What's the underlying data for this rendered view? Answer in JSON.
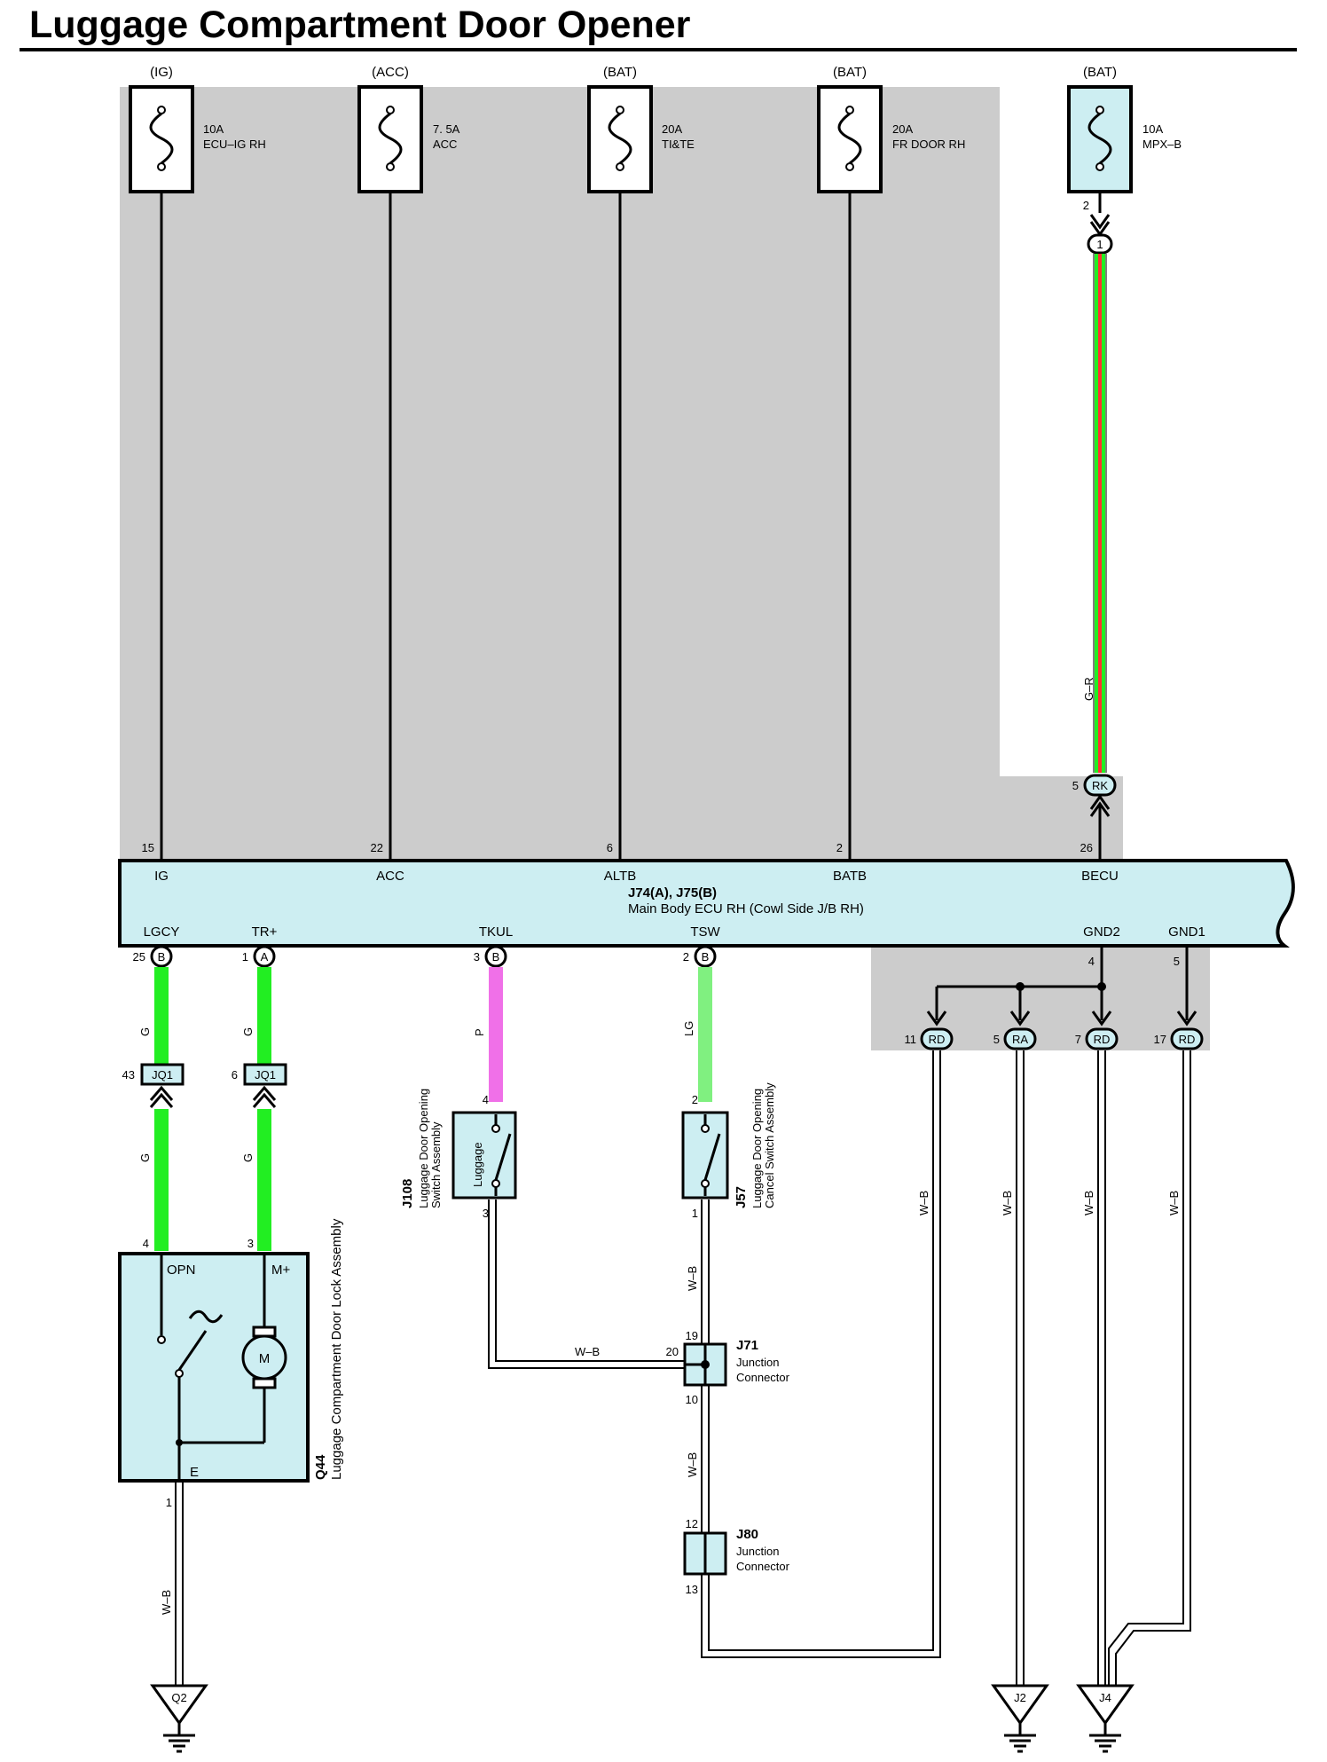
{
  "title": "Luggage Compartment Door Opener",
  "colors": {
    "shade": "#cccccc",
    "component_fill": "#cdeef2",
    "wire_green": "#22ee22",
    "wire_pink": "#f070e8",
    "wire_light_green": "#80f080",
    "wire_red": "#ff3030"
  },
  "fuses": [
    {
      "source": "(IG)",
      "rating": "10A",
      "name": "ECU–IG RH"
    },
    {
      "source": "(ACC)",
      "rating": "7. 5A",
      "name": "ACC"
    },
    {
      "source": "(BAT)",
      "rating": "20A",
      "name": "TI&TE"
    },
    {
      "source": "(BAT)",
      "rating": "20A",
      "name": "FR DOOR RH"
    },
    {
      "source": "(BAT)",
      "rating": "10A",
      "name": "MPX–B"
    }
  ],
  "mpx_connector": {
    "pin": "2",
    "code": "1",
    "wire_color": "G–R",
    "rk_pin": "5",
    "rk_code": "RK"
  },
  "ecu": {
    "code": "J74(A), J75(B)",
    "name": "Main Body ECU RH (Cowl Side J/B RH)",
    "top_pins": [
      {
        "pin": "15",
        "label": "IG"
      },
      {
        "pin": "22",
        "label": "ACC"
      },
      {
        "pin": "6",
        "label": "ALTB"
      },
      {
        "pin": "2",
        "label": "BATB"
      },
      {
        "pin": "26",
        "label": "BECU"
      }
    ],
    "bottom_pins": [
      {
        "pin": "25",
        "conn": "B",
        "label": "LGCY"
      },
      {
        "pin": "1",
        "conn": "A",
        "label": "TR+"
      },
      {
        "pin": "3",
        "conn": "B",
        "label": "TKUL"
      },
      {
        "pin": "2",
        "conn": "B",
        "label": "TSW"
      },
      {
        "pin": "4",
        "conn": "",
        "label": "GND2"
      },
      {
        "pin": "5",
        "conn": "",
        "label": "GND1"
      }
    ]
  },
  "wires": {
    "g": "G",
    "p": "P",
    "lg": "LG",
    "wb": "W–B"
  },
  "jq1": {
    "code": "JQ1",
    "pin_a": "43",
    "pin_b": "6"
  },
  "ground_connectors": [
    {
      "pin": "11",
      "code": "RD"
    },
    {
      "pin": "5",
      "code": "RA"
    },
    {
      "pin": "7",
      "code": "RD"
    },
    {
      "pin": "17",
      "code": "RD"
    }
  ],
  "q44": {
    "code": "Q44",
    "name": "Luggage Compartment Door Lock Assembly",
    "pin_opn": "4",
    "pin_mplus": "3",
    "pin_e": "1",
    "label_opn": "OPN",
    "label_mplus": "M+",
    "label_e": "E",
    "motor": "M"
  },
  "j108": {
    "code": "J108",
    "name_line1": "Luggage Door Opening",
    "name_line2": "Switch Assembly",
    "inner": "Luggage",
    "pin_top": "4",
    "pin_bottom": "3"
  },
  "j57": {
    "code": "J57",
    "name_line1": "Luggage Door Opening",
    "name_line2": "Cancel Switch Assembly",
    "pin_top": "2",
    "pin_bottom": "1"
  },
  "j71": {
    "code": "J71",
    "name_line1": "Junction",
    "name_line2": "Connector",
    "pin_top": "19",
    "pin_left": "20",
    "pin_bottom": "10"
  },
  "j80": {
    "code": "J80",
    "name_line1": "Junction",
    "name_line2": "Connector",
    "pin_top": "12",
    "pin_bottom": "13"
  },
  "grounds": [
    "Q2",
    "J2",
    "J4"
  ]
}
